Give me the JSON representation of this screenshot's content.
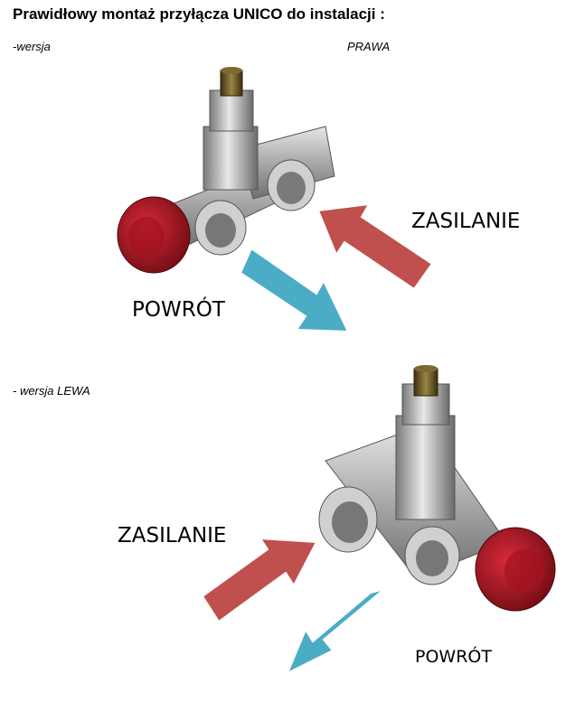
{
  "title": "Prawidłowy montaż przyłącza UNICO do instalacji :",
  "version_right": {
    "prefix": "-wersja",
    "side": "PRAWA",
    "supply_label": "ZASILANIE",
    "return_label": "POWRÓT"
  },
  "version_left": {
    "heading": "- wersja LEWA",
    "supply_label": "ZASILANIE",
    "return_label": "POWRÓT"
  },
  "colors": {
    "supply_arrow": "#c0504d",
    "return_arrow": "#4bacc6",
    "handwheel": "#b3121f",
    "body_metal": "#b9b9b9",
    "spindle": "#6b5a2a"
  }
}
